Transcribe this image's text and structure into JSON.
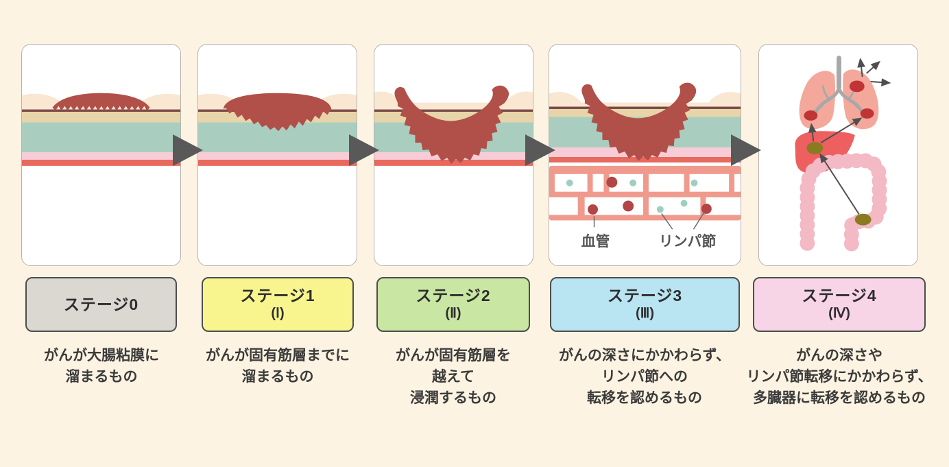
{
  "page": {
    "background_color": "#fcf3e2"
  },
  "stages": [
    {
      "label": "ステージ0",
      "roman": "",
      "box_color": "#dbd8d2",
      "description_lines": [
        "がんが大腸粘膜に",
        "溜まるもの",
        ""
      ]
    },
    {
      "label": "ステージ1",
      "roman": "(Ⅰ)",
      "box_color": "#f8f58e",
      "description_lines": [
        "がんが固有筋層までに",
        "溜まるもの",
        ""
      ]
    },
    {
      "label": "ステージ2",
      "roman": "(Ⅱ)",
      "box_color": "#c9e6a3",
      "description_lines": [
        "がんが固有筋層を",
        "越えて",
        "浸潤するもの"
      ]
    },
    {
      "label": "ステージ3",
      "roman": "(Ⅲ)",
      "box_color": "#b9e4f2",
      "description_lines": [
        "がんの深さにかかわらず、",
        "リンパ節への",
        "転移を認めるもの"
      ]
    },
    {
      "label": "ステージ4",
      "roman": "(Ⅳ)",
      "box_color": "#f8d5e6",
      "description_lines": [
        "がんの深さや",
        "リンパ節転移にかかわらず、",
        "多臓器に転移を認めるもの"
      ]
    }
  ],
  "diagram_labels": {
    "blood_vessel": "血管",
    "lymph_node": "リンパ節"
  },
  "palette": {
    "page_bg": "#fcf3e2",
    "layer_mucosa_surface": "#f9e7d2",
    "layer_mucosa_line": "#7a4a48",
    "layer_submucosa": "#e7d4a9",
    "layer_muscle": "#a9cec0",
    "layer_subserosa": "#f8ccd6",
    "layer_serosa": "#e8695e",
    "tumor": "#b05048",
    "vessel_grid": "#f09a8d",
    "vessel_dot_red": "#b24545",
    "lymph_dot_teal": "#9ecfc0",
    "flow_arrow": "#595959",
    "lung": "#f4a89b",
    "bronchi": "#a8a8a8",
    "metastasis_red": "#c13434",
    "liver": "#ee5f5f",
    "organ_tumor_olive": "#8a7a20",
    "colon": "#f3b9c4"
  }
}
